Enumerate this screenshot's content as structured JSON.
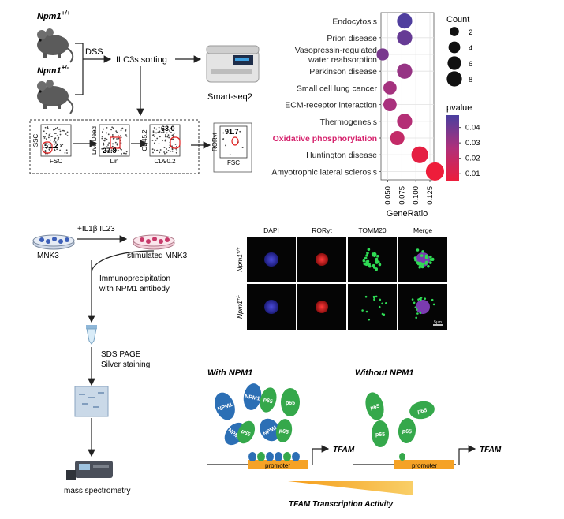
{
  "panel_a": {
    "genotype_wt": "Npm1",
    "genotype_wt_sup": "+/+",
    "genotype_het": "Npm1",
    "genotype_het_sup": "+/-",
    "treatment": "DSS",
    "step_sorting": "ILC3s sorting",
    "instrument": "Smart-seq2",
    "flow": [
      {
        "x_label": "FSC",
        "y_label": "SSC",
        "percent": "51.2"
      },
      {
        "x_label": "Lin",
        "y_label": "Live/Dead",
        "percent": "27.8"
      },
      {
        "x_label": "CD90.2",
        "y_label": "CD45.2",
        "percent": "63.0"
      },
      {
        "x_label": "FSC",
        "y_label": "RORγt",
        "percent": "91.7"
      }
    ]
  },
  "chart_data": {
    "type": "scatter",
    "xlabel": "GeneRatio",
    "x_ticks": [
      "0.050",
      "0.075",
      "0.100",
      "0.125"
    ],
    "xlim": [
      0.038,
      0.132
    ],
    "size_legend_title": "Count",
    "size_legend": [
      2,
      4,
      6,
      8
    ],
    "color_legend_title": "pvalue",
    "color_legend_ticks": [
      "0.04",
      "0.03",
      "0.02",
      "0.01"
    ],
    "color_range": [
      0.005,
      0.048
    ],
    "color_low": "#ee1d3a",
    "color_high": "#4a3fa0",
    "highlight_color": "#d6246e",
    "terms": [
      {
        "term": "Endocytosis",
        "gene_ratio": 0.08,
        "count": 6,
        "pvalue": 0.047
      },
      {
        "term": "Prion disease",
        "gene_ratio": 0.08,
        "count": 6,
        "pvalue": 0.042
      },
      {
        "term": "Vasopressin-regulated\nwater reabsorption",
        "gene_ratio": 0.041,
        "count": 3,
        "pvalue": 0.038
      },
      {
        "term": "Parkinson disease",
        "gene_ratio": 0.08,
        "count": 6,
        "pvalue": 0.032
      },
      {
        "term": "Small cell lung cancer",
        "gene_ratio": 0.054,
        "count": 4,
        "pvalue": 0.029
      },
      {
        "term": "ECM-receptor interaction",
        "gene_ratio": 0.054,
        "count": 4,
        "pvalue": 0.028
      },
      {
        "term": "Thermogenesis",
        "gene_ratio": 0.08,
        "count": 6,
        "pvalue": 0.025
      },
      {
        "term": "Oxidative phosphorylation",
        "gene_ratio": 0.067,
        "count": 5,
        "pvalue": 0.02,
        "highlight": true
      },
      {
        "term": "Huntington disease",
        "gene_ratio": 0.107,
        "count": 8,
        "pvalue": 0.008
      },
      {
        "term": "Amyotrophic lateral sclerosis",
        "gene_ratio": 0.134,
        "count": 10,
        "pvalue": 0.005
      }
    ]
  },
  "panel_c": {
    "stimuli": "+IL1β IL23",
    "cell_line": "MNK3",
    "stimulated": "stimulated MNK3",
    "step_ip": "Immunoprecipitation\nwith NPM1 antibody",
    "step_gel": "SDS PAGE\nSilver staining",
    "step_ms": "mass spectrometry"
  },
  "panel_d": {
    "columns": [
      "DAPI",
      "RORγt",
      "TOMM20",
      "Merge"
    ],
    "rows": [
      {
        "label": "Npm1",
        "sup": "+/+"
      },
      {
        "label": "Npm1",
        "sup": "+/-"
      }
    ],
    "scale_bar": "5μm"
  },
  "panel_e": {
    "with_title": "With NPM1",
    "without_title": "Without NPM1",
    "npm1_label": "NPM1",
    "p65_label": "p65",
    "promoter": "promoter",
    "gene": "TFAM",
    "activity": "TFAM Transcription Activity"
  }
}
